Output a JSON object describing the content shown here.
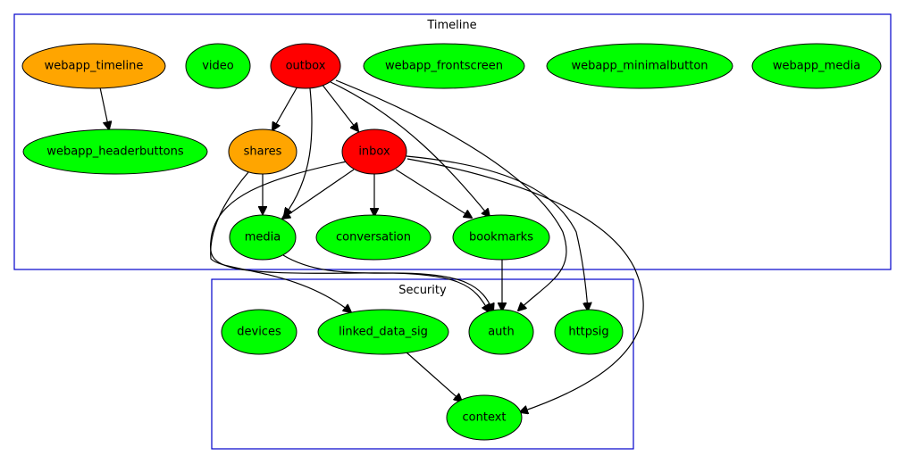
{
  "colors": {
    "red": "#ff0000",
    "orange": "#ffa500",
    "green": "#00ff00",
    "cluster_border": "#0000cc"
  },
  "clusters": [
    {
      "id": "timeline",
      "label": "Timeline"
    },
    {
      "id": "security",
      "label": "Security"
    }
  ],
  "nodes": [
    {
      "id": "webapp_timeline",
      "label": "webapp_timeline",
      "color": "orange"
    },
    {
      "id": "video",
      "label": "video",
      "color": "green"
    },
    {
      "id": "outbox",
      "label": "outbox",
      "color": "red"
    },
    {
      "id": "webapp_frontscreen",
      "label": "webapp_frontscreen",
      "color": "green"
    },
    {
      "id": "webapp_minimalbutton",
      "label": "webapp_minimalbutton",
      "color": "green"
    },
    {
      "id": "webapp_media",
      "label": "webapp_media",
      "color": "green"
    },
    {
      "id": "webapp_headerbuttons",
      "label": "webapp_headerbuttons",
      "color": "green"
    },
    {
      "id": "shares",
      "label": "shares",
      "color": "orange"
    },
    {
      "id": "inbox",
      "label": "inbox",
      "color": "red"
    },
    {
      "id": "media",
      "label": "media",
      "color": "green"
    },
    {
      "id": "conversation",
      "label": "conversation",
      "color": "green"
    },
    {
      "id": "bookmarks",
      "label": "bookmarks",
      "color": "green"
    },
    {
      "id": "devices",
      "label": "devices",
      "color": "green"
    },
    {
      "id": "linked_data_sig",
      "label": "linked_data_sig",
      "color": "green"
    },
    {
      "id": "auth",
      "label": "auth",
      "color": "green"
    },
    {
      "id": "httpsig",
      "label": "httpsig",
      "color": "green"
    },
    {
      "id": "context",
      "label": "context",
      "color": "green"
    }
  ],
  "edges": [
    {
      "from": "webapp_timeline",
      "to": "webapp_headerbuttons"
    },
    {
      "from": "outbox",
      "to": "shares"
    },
    {
      "from": "outbox",
      "to": "inbox"
    },
    {
      "from": "outbox",
      "to": "media"
    },
    {
      "from": "outbox",
      "to": "bookmarks"
    },
    {
      "from": "outbox",
      "to": "auth"
    },
    {
      "from": "shares",
      "to": "media"
    },
    {
      "from": "shares",
      "to": "linked_data_sig"
    },
    {
      "from": "inbox",
      "to": "media"
    },
    {
      "from": "inbox",
      "to": "conversation"
    },
    {
      "from": "inbox",
      "to": "bookmarks"
    },
    {
      "from": "inbox",
      "to": "auth"
    },
    {
      "from": "inbox",
      "to": "httpsig"
    },
    {
      "from": "inbox",
      "to": "context"
    },
    {
      "from": "media",
      "to": "auth"
    },
    {
      "from": "bookmarks",
      "to": "auth"
    },
    {
      "from": "linked_data_sig",
      "to": "context"
    }
  ]
}
